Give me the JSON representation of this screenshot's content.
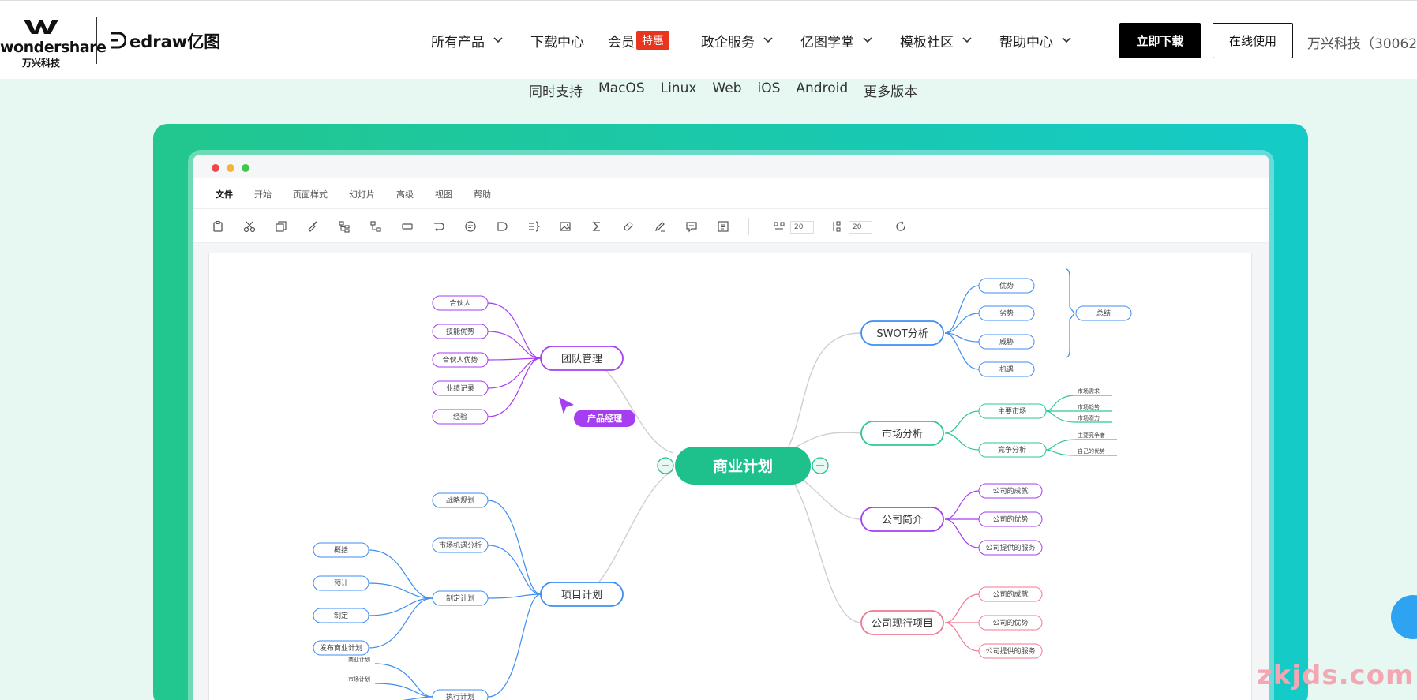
{
  "header": {
    "brand_name": "wondershare",
    "brand_sub": "万兴科技",
    "product_name": "edraw亿图",
    "nav": [
      {
        "label": "所有产品",
        "dropdown": true
      },
      {
        "label": "下载中心",
        "dropdown": false
      },
      {
        "label": "会员",
        "dropdown": false,
        "badge": "特惠"
      },
      {
        "label": "政企服务",
        "dropdown": true
      },
      {
        "label": "亿图学堂",
        "dropdown": true
      },
      {
        "label": "模板社区",
        "dropdown": true
      },
      {
        "label": "帮助中心",
        "dropdown": true
      }
    ],
    "download_button": "立即下载",
    "online_button": "在线使用",
    "company": "万兴科技（30062"
  },
  "platforms": [
    "同时支持",
    "MacOS",
    "Linux",
    "Web",
    "iOS",
    "Android",
    "更多版本"
  ],
  "app": {
    "menu": [
      "文件",
      "开始",
      "页面样式",
      "幻灯片",
      "高级",
      "视图",
      "帮助"
    ],
    "spacing_values": [
      "20",
      "20"
    ]
  },
  "mindmap": {
    "root": "商业计划",
    "cursor_label": "产品经理",
    "team": {
      "label": "团队管理",
      "children": [
        "合伙人",
        "技能优势",
        "合伙人优势",
        "业绩记录",
        "经验"
      ]
    },
    "project": {
      "label": "项目计划",
      "children": [
        "战略规划",
        "市场机遇分析",
        "制定计划",
        "执行计划"
      ],
      "plan_children": [
        "概括",
        "预计",
        "制定",
        "发布商业计划"
      ],
      "exec_children": [
        "商业计划",
        "市场计划",
        ""
      ]
    },
    "swot": {
      "label": "SWOT分析",
      "children": [
        "优势",
        "劣势",
        "威胁",
        "机遇"
      ],
      "summary": "总结"
    },
    "market": {
      "label": "市场分析",
      "children": [
        "主要市场",
        "竞争分析"
      ],
      "main_children": [
        "市场需求",
        "市场趋势",
        "市场潜力"
      ],
      "comp_children": [
        "主要竞争者",
        "自己的优势"
      ]
    },
    "intro": {
      "label": "公司简介",
      "children": [
        "公司的成就",
        "公司的优势",
        "公司提供的服务"
      ]
    },
    "current": {
      "label": "公司现行项目",
      "children": [
        "公司的成就",
        "公司的优势",
        "公司提供的服务"
      ]
    }
  },
  "watermark": "zkjds.com",
  "colors": {
    "accent": "#1ec18c",
    "purple": "#a53ef0",
    "blue": "#3f8ef0",
    "teal": "#2ec79a",
    "pink": "#f07a92"
  }
}
